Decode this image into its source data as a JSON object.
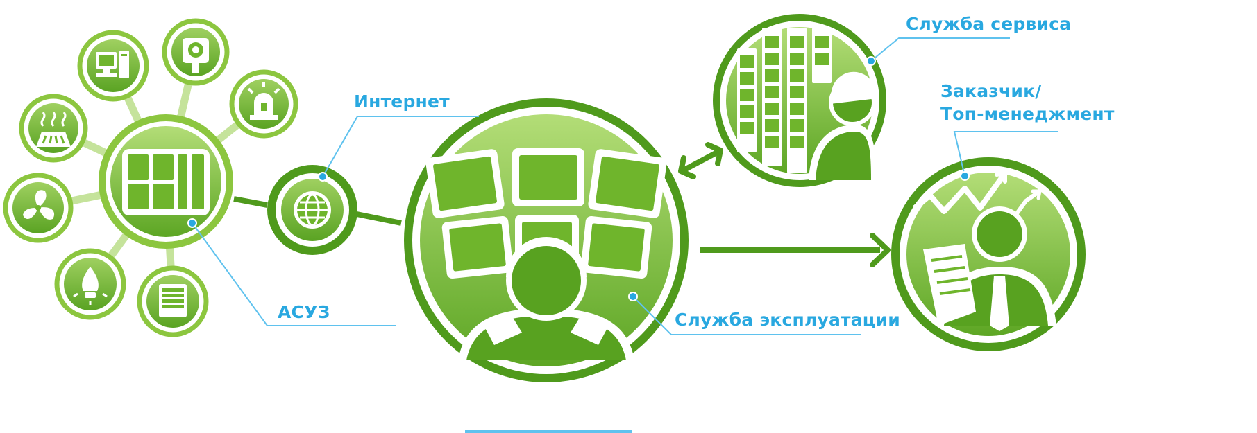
{
  "labels": {
    "asuz": "АСУЗ",
    "internet": "Интернет",
    "operations": "Служба эксплуатации",
    "service": "Служба сервиса",
    "customer_line1": "Заказчик/",
    "customer_line2": "Топ-менеджмент"
  },
  "colors": {
    "green_light": "#a9d86e",
    "green_mid": "#8cc63f",
    "green_dark": "#4f9a1c",
    "green_darker": "#3f8a14",
    "connector": "#c5e39b",
    "label_blue": "#29a8e0",
    "callout_line": "#5fc2ee"
  },
  "icons": {
    "hub": "server-rack-icon",
    "internet": "globe-icon",
    "satellites": [
      "computer-icon",
      "camera-icon",
      "alarm-siren-icon",
      "heating-icon",
      "fan-icon",
      "light-bulb-icon",
      "window-blinds-icon"
    ],
    "operations": "operator-with-monitors-icon",
    "service": "engineer-with-servers-icon",
    "customer": "manager-with-chart-icon"
  }
}
